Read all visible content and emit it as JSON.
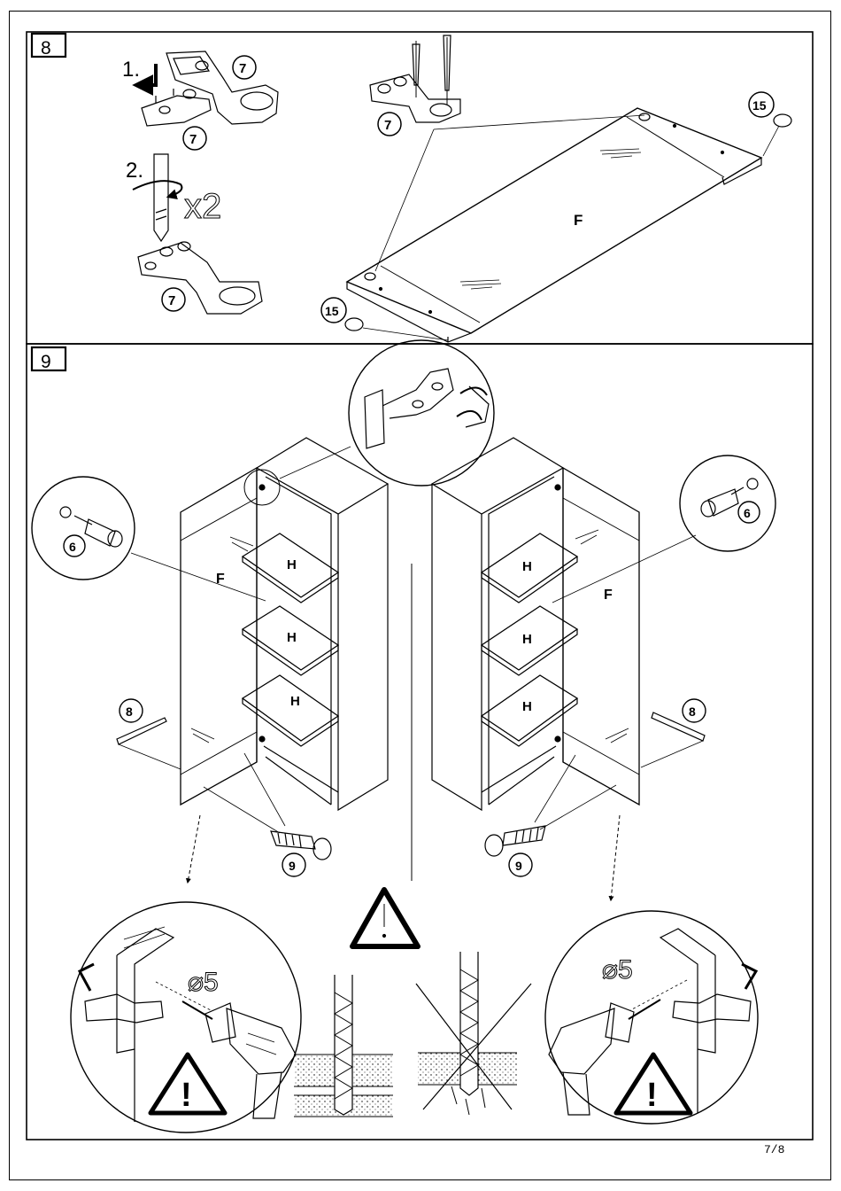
{
  "steps": [
    {
      "number": "8"
    },
    {
      "number": "9"
    }
  ],
  "labels": {
    "step1": "1.",
    "step2": "2.",
    "times": "x2",
    "part7": "7",
    "part15": "15",
    "part6": "6",
    "part8": "8",
    "part9": "9",
    "door": "F",
    "shelf": "H",
    "drill": "⌀5"
  },
  "page_number": "7/8",
  "colors": {
    "ink": "#000000",
    "paper": "#ffffff",
    "concrete": "#e8e8e8"
  }
}
